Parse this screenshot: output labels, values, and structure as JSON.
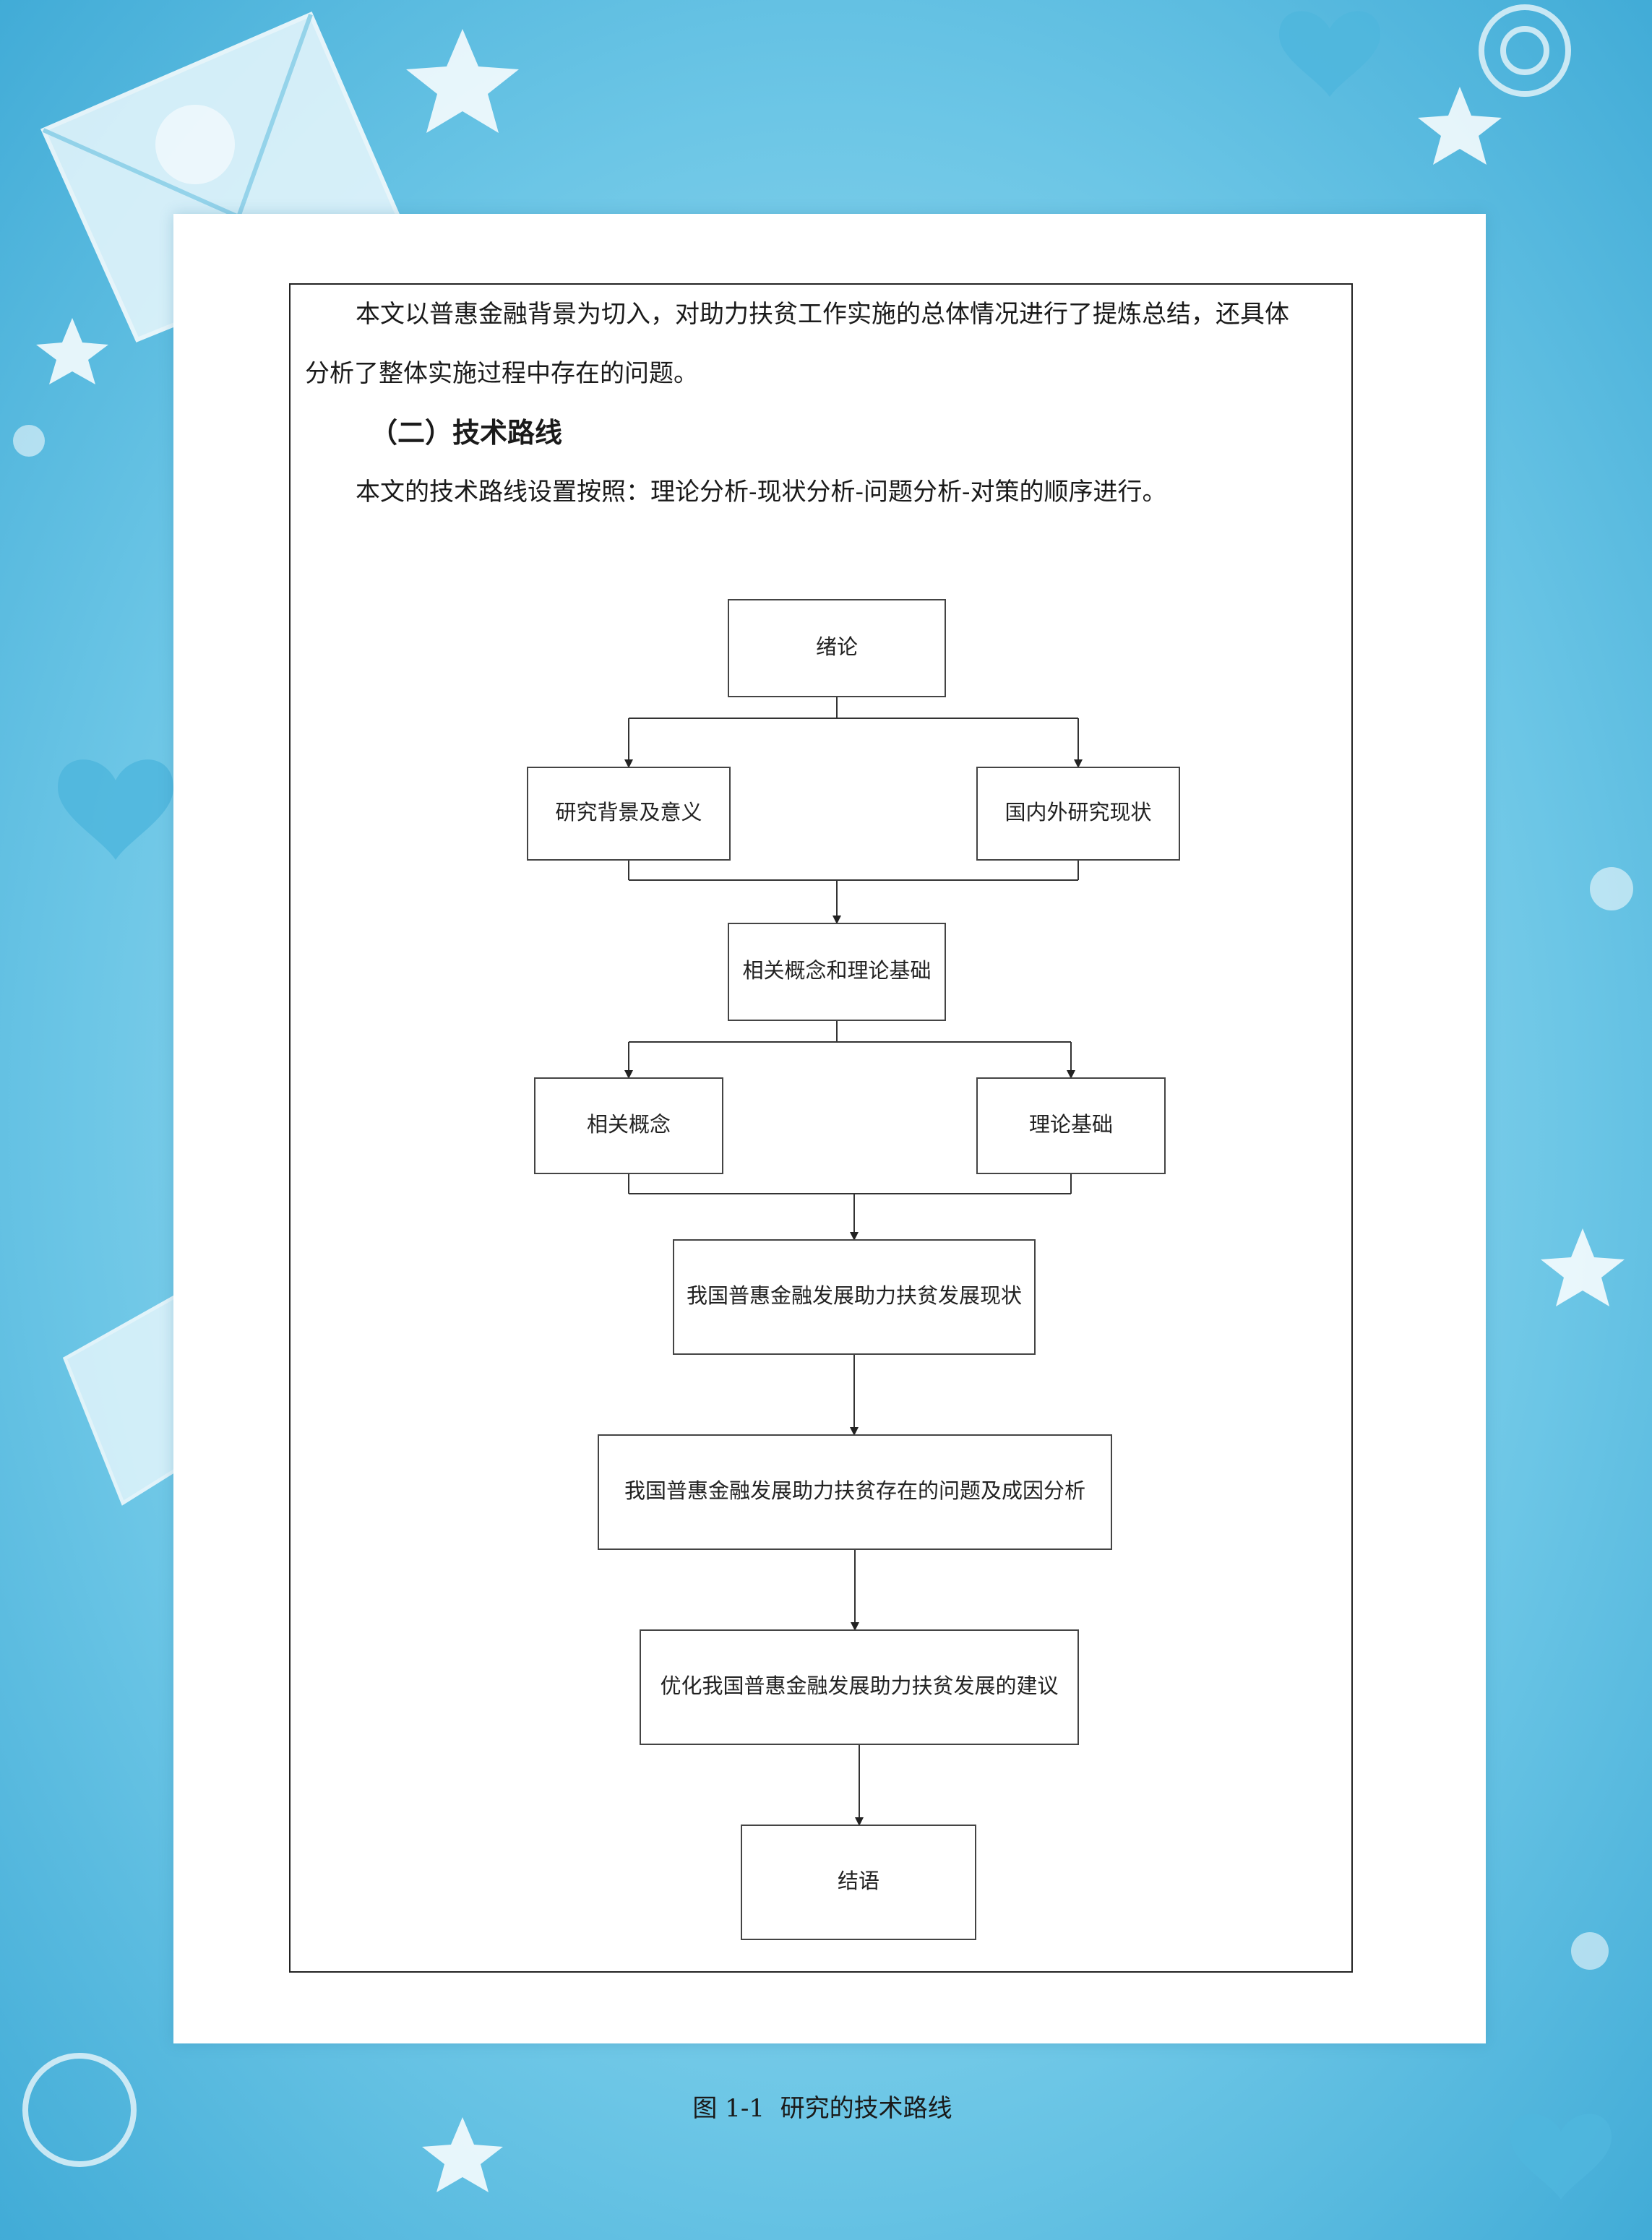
{
  "document": {
    "para1_line1": "本文以普惠金融背景为切入，对助力扶贫工作实施的总体情况进行了提炼总结，还具体",
    "para1_line2": "分析了整体实施过程中存在的问题。",
    "heading": "（二）技术路线",
    "para2": "本文的技术路线设置按照：理论分析-现状分析-问题分析-对策的顺序进行。",
    "caption": "图 1-1  研究的技术路线"
  },
  "diagram": {
    "nodes": [
      {
        "id": "intro",
        "label": "绪论"
      },
      {
        "id": "background",
        "label": "研究背景及意义"
      },
      {
        "id": "status",
        "label": "国内外研究现状"
      },
      {
        "id": "concept_theory",
        "label": "相关概念和理论基础"
      },
      {
        "id": "concept",
        "label": "相关概念"
      },
      {
        "id": "theory",
        "label": "理论基础"
      },
      {
        "id": "current",
        "label": "我国普惠金融发展助力扶贫发展现状"
      },
      {
        "id": "problems",
        "label": "我国普惠金融发展助力扶贫存在的问题及成因分析"
      },
      {
        "id": "suggest",
        "label": "优化我国普惠金融发展助力扶贫发展的建议"
      },
      {
        "id": "conclusion",
        "label": "结语"
      }
    ],
    "edges": [
      {
        "from": "intro",
        "to": "background"
      },
      {
        "from": "intro",
        "to": "status"
      },
      {
        "from": "background",
        "to": "concept_theory"
      },
      {
        "from": "status",
        "to": "concept_theory"
      },
      {
        "from": "concept_theory",
        "to": "concept"
      },
      {
        "from": "concept_theory",
        "to": "theory"
      },
      {
        "from": "concept",
        "to": "current"
      },
      {
        "from": "theory",
        "to": "current"
      },
      {
        "from": "current",
        "to": "problems"
      },
      {
        "from": "problems",
        "to": "suggest"
      },
      {
        "from": "suggest",
        "to": "conclusion"
      }
    ]
  }
}
